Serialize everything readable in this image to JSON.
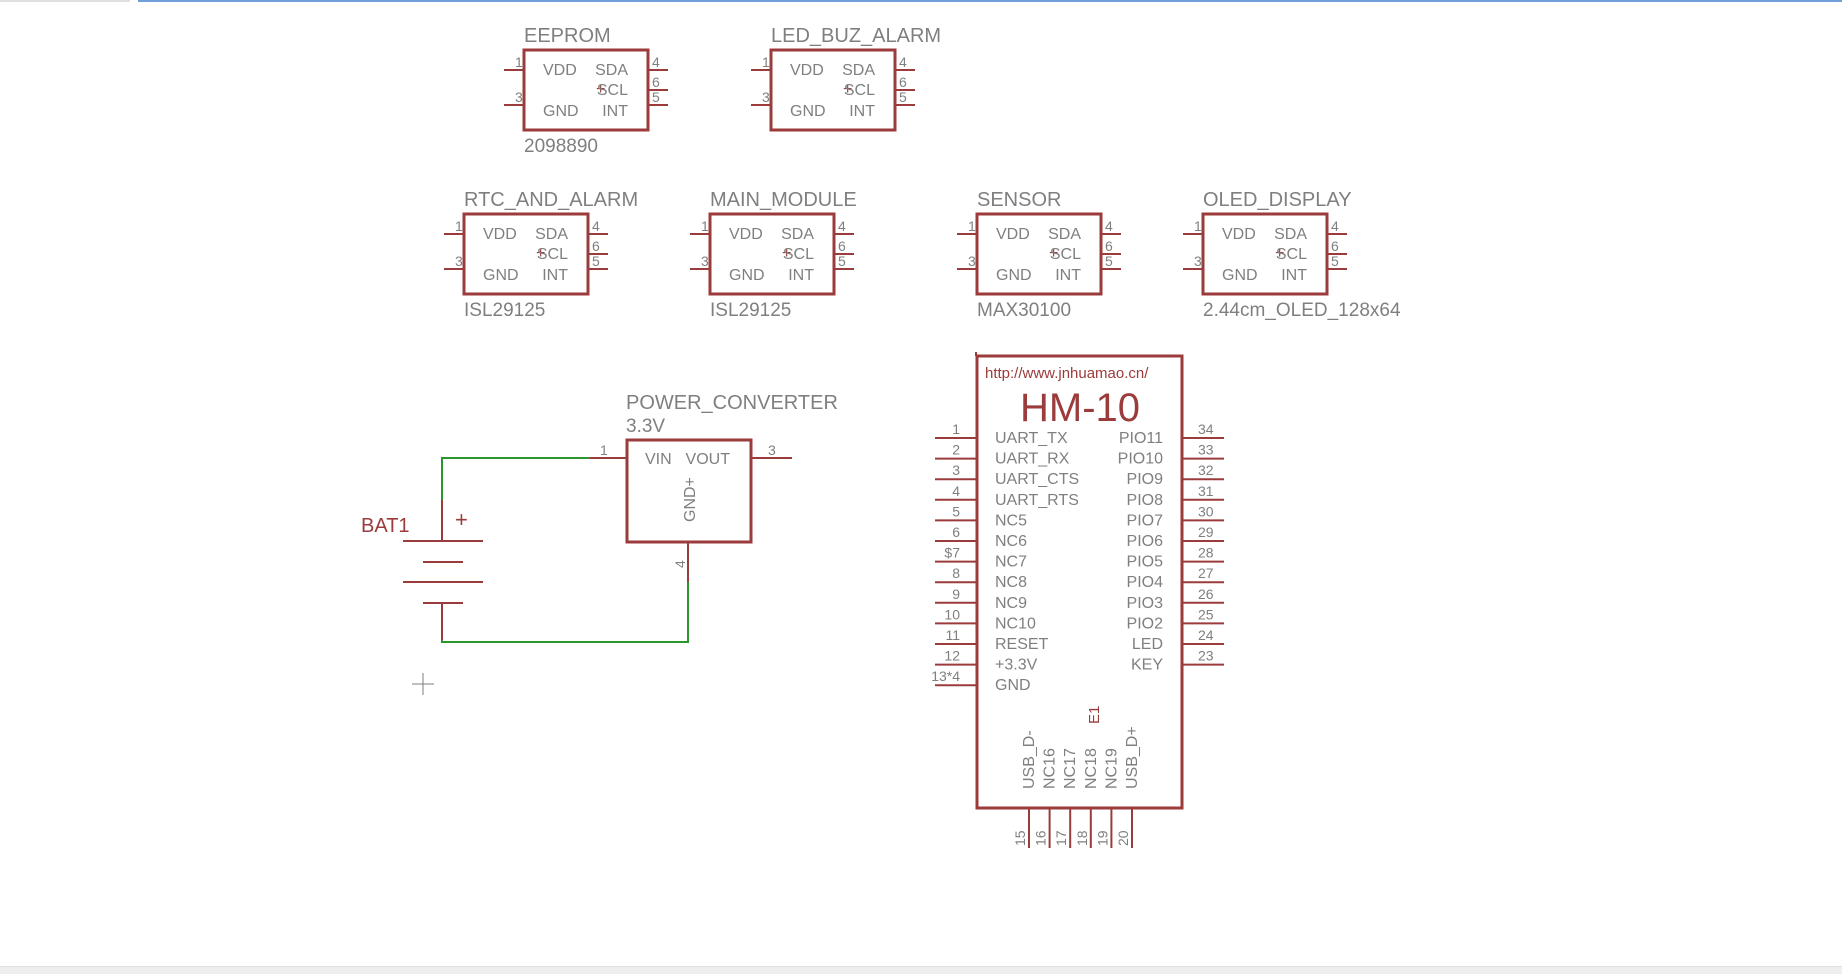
{
  "schematic": {
    "i2c_parts": [
      {
        "name": "EEPROM",
        "value": "2098890",
        "pins": {
          "vdd_num": "1",
          "gnd_num": "3",
          "sda_num": "4",
          "scl_num": "6",
          "int_num": "5"
        },
        "labels": {
          "vdd": "VDD",
          "gnd": "GND",
          "sda": "SDA",
          "scl": "SCL",
          "int": "INT"
        }
      },
      {
        "name": "LED_BUZ_ALARM",
        "value": "",
        "pins": {
          "vdd_num": "1",
          "gnd_num": "3",
          "sda_num": "4",
          "scl_num": "6",
          "int_num": "5"
        },
        "labels": {
          "vdd": "VDD",
          "gnd": "GND",
          "sda": "SDA",
          "scl": "SCL",
          "int": "INT"
        }
      },
      {
        "name": "RTC_AND_ALARM",
        "value": "ISL29125",
        "pins": {
          "vdd_num": "1",
          "gnd_num": "3",
          "sda_num": "4",
          "scl_num": "6",
          "int_num": "5"
        },
        "labels": {
          "vdd": "VDD",
          "gnd": "GND",
          "sda": "SDA",
          "scl": "SCL",
          "int": "INT"
        }
      },
      {
        "name": "MAIN_MODULE",
        "value": "ISL29125",
        "pins": {
          "vdd_num": "1",
          "gnd_num": "3",
          "sda_num": "4",
          "scl_num": "6",
          "int_num": "5"
        },
        "labels": {
          "vdd": "VDD",
          "gnd": "GND",
          "sda": "SDA",
          "scl": "SCL",
          "int": "INT"
        }
      },
      {
        "name": "SENSOR",
        "value": "MAX30100",
        "pins": {
          "vdd_num": "1",
          "gnd_num": "3",
          "sda_num": "4",
          "scl_num": "6",
          "int_num": "5"
        },
        "labels": {
          "vdd": "VDD",
          "gnd": "GND",
          "sda": "SDA",
          "scl": "SCL",
          "int": "INT"
        }
      },
      {
        "name": "OLED_DISPLAY",
        "value": "2.44cm_OLED_128x64",
        "pins": {
          "vdd_num": "1",
          "gnd_num": "3",
          "sda_num": "4",
          "scl_num": "6",
          "int_num": "5"
        },
        "labels": {
          "vdd": "VDD",
          "gnd": "GND",
          "sda": "SDA",
          "scl": "SCL",
          "int": "INT"
        }
      }
    ],
    "plus_mark": "+",
    "power_converter": {
      "name": "POWER_CONVERTER",
      "value": "3.3V",
      "vin": "VIN",
      "vout": "VOUT",
      "gnd": "GND+",
      "vin_num": "1",
      "vout_num": "3",
      "gnd_num": "4"
    },
    "battery": {
      "name": "BAT1",
      "plus": "+"
    },
    "hm10": {
      "url": "http://www.jnhuamao.cn/",
      "title": "HM-10",
      "designator": "E1",
      "left_pins": [
        {
          "num": "1",
          "label": "UART_TX"
        },
        {
          "num": "2",
          "label": "UART_RX"
        },
        {
          "num": "3",
          "label": "UART_CTS"
        },
        {
          "num": "4",
          "label": "UART_RTS"
        },
        {
          "num": "5",
          "label": "NC5"
        },
        {
          "num": "6",
          "label": "NC6"
        },
        {
          "num": "$7",
          "label": "NC7"
        },
        {
          "num": "8",
          "label": "NC8"
        },
        {
          "num": "9",
          "label": "NC9"
        },
        {
          "num": "10",
          "label": "NC10"
        },
        {
          "num": "11",
          "label": "RESET"
        },
        {
          "num": "12",
          "label": "+3.3V"
        },
        {
          "num": "13*4",
          "label": "GND"
        }
      ],
      "right_pins": [
        {
          "num": "34",
          "label": "PIO11"
        },
        {
          "num": "33",
          "label": "PIO10"
        },
        {
          "num": "32",
          "label": "PIO9"
        },
        {
          "num": "31",
          "label": "PIO8"
        },
        {
          "num": "30",
          "label": "PIO7"
        },
        {
          "num": "29",
          "label": "PIO6"
        },
        {
          "num": "28",
          "label": "PIO5"
        },
        {
          "num": "27",
          "label": "PIO4"
        },
        {
          "num": "26",
          "label": "PIO3"
        },
        {
          "num": "25",
          "label": "PIO2"
        },
        {
          "num": "24",
          "label": "LED"
        },
        {
          "num": "23",
          "label": "KEY"
        }
      ],
      "bottom_pins": [
        {
          "num": "15",
          "label": "USB_D-"
        },
        {
          "num": "16",
          "label": "NC16"
        },
        {
          "num": "17",
          "label": "NC17"
        },
        {
          "num": "18",
          "label": "NC18"
        },
        {
          "num": "19",
          "label": "NC19"
        },
        {
          "num": "20",
          "label": "USB_D+"
        }
      ]
    }
  }
}
